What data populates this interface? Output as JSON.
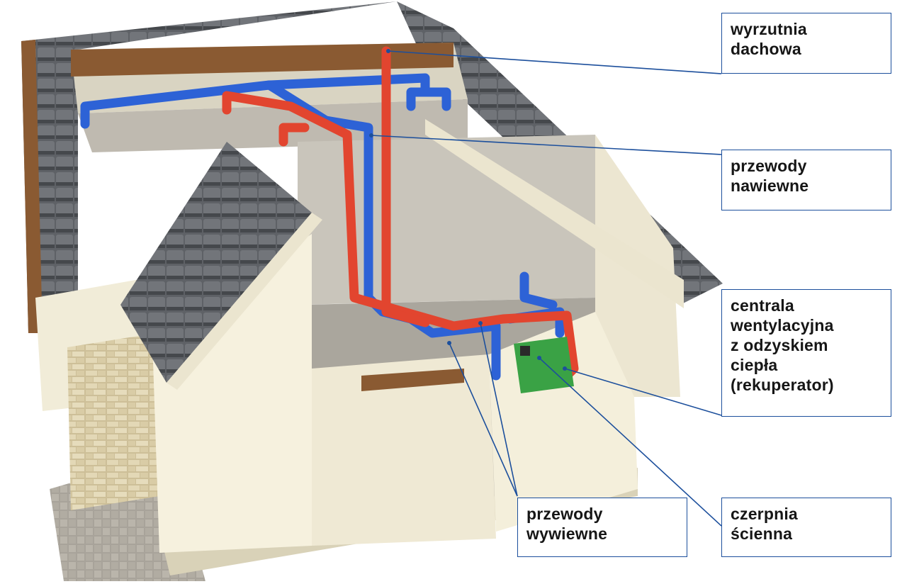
{
  "colors": {
    "leader_line": "#1c4f9c",
    "supply_duct": "#2d62d6",
    "exhaust_duct": "#e2452f",
    "recuperator": "#3aa245",
    "roof_tile": "#5e6166",
    "wall": "#f1ecd8",
    "wood": "#8a5a32",
    "stone": "#d6c9a3"
  },
  "labels": {
    "roof_outlet": {
      "lines": [
        "wyrzutnia",
        "dachowa"
      ]
    },
    "supply_ducts": {
      "lines": [
        "przewody",
        "nawiewne"
      ]
    },
    "recuperator": {
      "lines": [
        "centrala",
        "wentylacyjna",
        "z odzyskiem",
        "ciepła",
        "(rekuperator)"
      ]
    },
    "exhaust_ducts": {
      "lines": [
        "przewody",
        "wywiewne"
      ]
    },
    "wall_intake": {
      "lines": [
        "czerpnia",
        "ścienna"
      ]
    }
  }
}
